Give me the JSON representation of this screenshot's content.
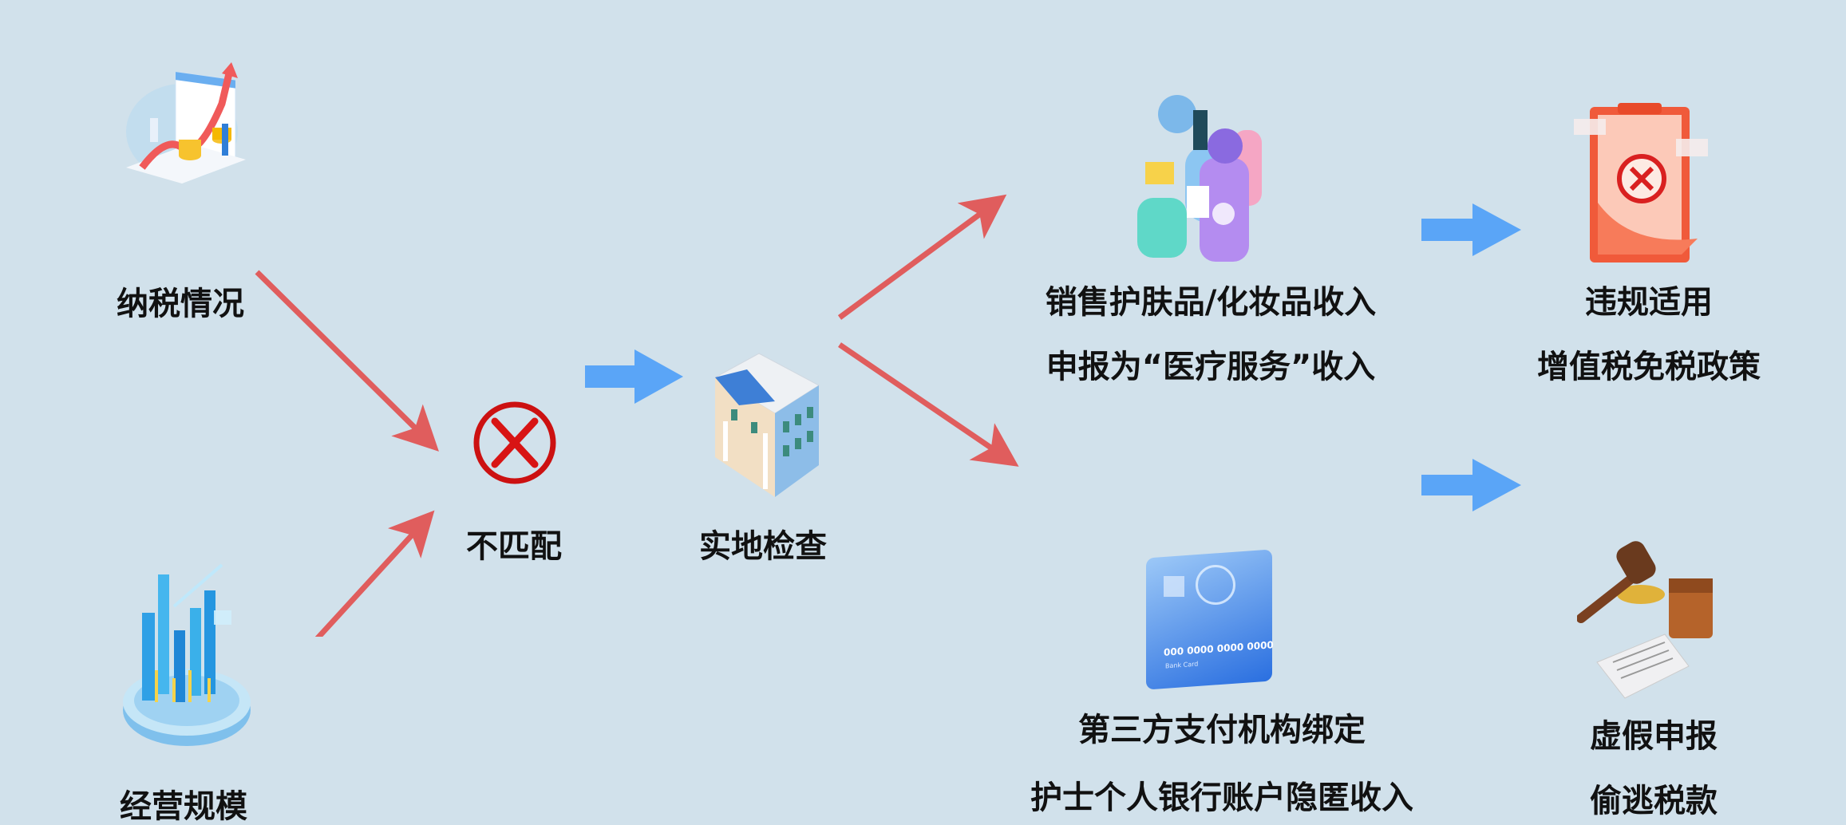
{
  "nodes": {
    "tax_status": "纳税情况",
    "business_scale": "经营规模",
    "mismatch": "不匹配",
    "onsite_inspection": "实地检查",
    "cosmetics_line1": "销售护肤品/化妆品收入",
    "cosmetics_line2": "申报为“医疗服务”收入",
    "vat_line1": "违规适用",
    "vat_line2": "增值税免税政策",
    "payment_line1": "第三方支付机构绑定",
    "payment_line2": "护士个人银行账户隐匿收入",
    "evasion_line1": "虚假申报",
    "evasion_line2": "偷逃税款"
  },
  "icon_text": {
    "card_number": "000 0000 0000 0000",
    "card_label": "Bank Card"
  },
  "colors": {
    "background": "#d1e1eb",
    "red_arrow": "#e05d5d",
    "blue_arrow": "#5aa5f7",
    "cross": "#cc1111"
  }
}
